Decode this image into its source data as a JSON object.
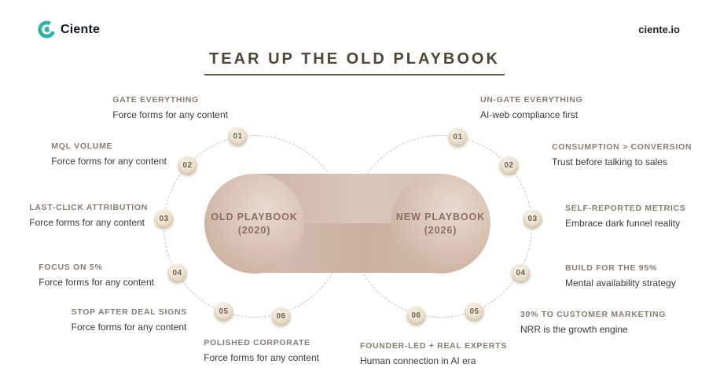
{
  "header": {
    "logo_text": "Ciente",
    "site_url": "ciente.io"
  },
  "title": "TEAR UP THE OLD PLAYBOOK",
  "old": {
    "label": "OLD PLAYBOOK",
    "year": "(2020)",
    "items": [
      {
        "num": "01",
        "heading": "GATE EVERYTHING",
        "desc": "Force forms for any content"
      },
      {
        "num": "02",
        "heading": "MQL VOLUME",
        "desc": "Force forms for any content"
      },
      {
        "num": "03",
        "heading": "LAST-CLICK ATTRIBUTION",
        "desc": "Force forms for any content"
      },
      {
        "num": "04",
        "heading": "FOCUS ON 5%",
        "desc": "Force forms for any content"
      },
      {
        "num": "05",
        "heading": "STOP AFTER DEAL SIGNS",
        "desc": "Force forms for any content"
      },
      {
        "num": "06",
        "heading": "POLISHED CORPORATE",
        "desc": "Force forms for any content"
      }
    ]
  },
  "new": {
    "label": "NEW PLAYBOOK",
    "year": "(2026)",
    "items": [
      {
        "num": "01",
        "heading": "UN-GATE EVERYTHING",
        "desc": "AI-web compliance first"
      },
      {
        "num": "02",
        "heading": "CONSUMPTION > CONVERSION",
        "desc": "Trust before talking to sales"
      },
      {
        "num": "03",
        "heading": "SELF-REPORTED METRICS",
        "desc": "Embrace dark funnel reality"
      },
      {
        "num": "04",
        "heading": "BUILD FOR THE 95%",
        "desc": "Mental availability strategy"
      },
      {
        "num": "05",
        "heading": "30% TO CUSTOMER MARKETING",
        "desc": "NRR is the growth engine"
      },
      {
        "num": "06",
        "heading": "FOUNDER-LED + REAL EXPERTS",
        "desc": "Human connection in AI era"
      }
    ]
  },
  "colors": {
    "brand_teal": "#2cb4a8",
    "ribbon_tan": "#cdb4a5",
    "badge_beige": "#ece1cf",
    "heading_taupe": "#877d72",
    "title_olive": "#4c4736"
  }
}
